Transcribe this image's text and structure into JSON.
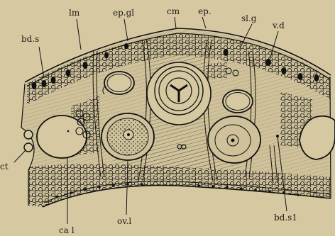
{
  "figure": {
    "labels": {
      "bd_s": "bd.s",
      "lm": "lm",
      "ep_gl": "ep.gl",
      "cm": "cm",
      "ep": "ep.",
      "sl_g": "sl.g",
      "v_d": "v.d",
      "ct": "ct",
      "ov_l": "ov.l",
      "ca_l": "ca l",
      "bd_s1": "bd.s1"
    }
  }
}
